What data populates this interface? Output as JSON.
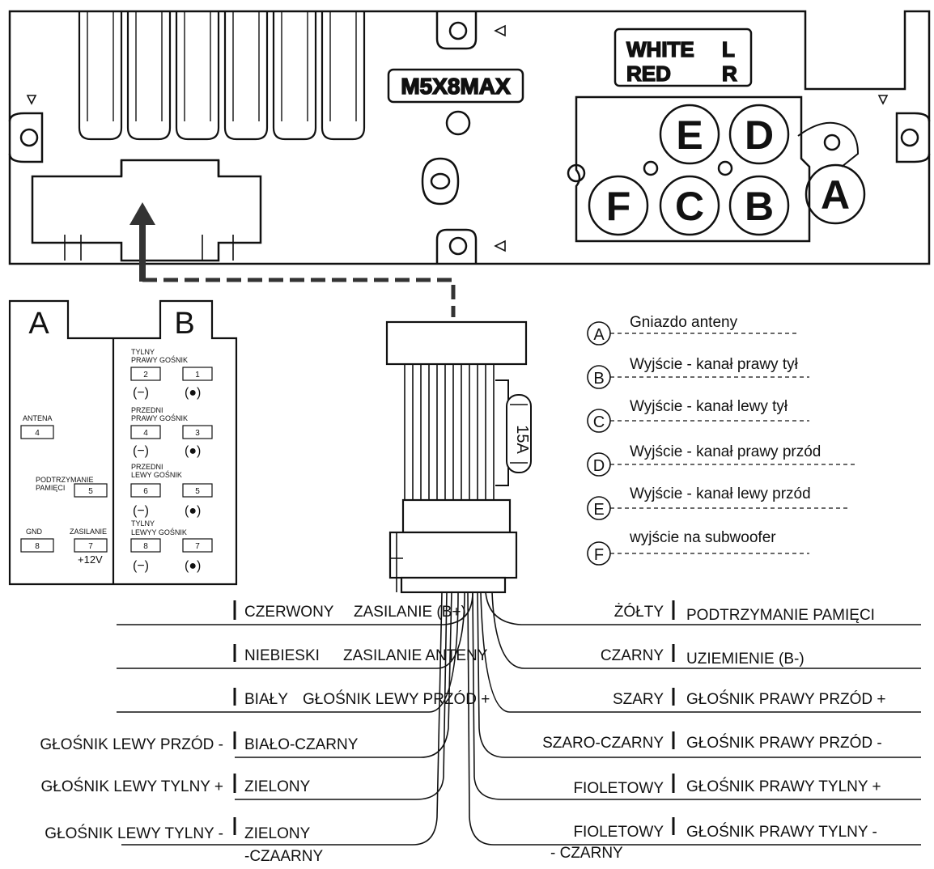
{
  "radio": {
    "model": "M5X8MAX",
    "rca": {
      "white": "WHITE",
      "red": "RED",
      "left": "L",
      "right": "R"
    },
    "sockets": [
      "E",
      "D",
      "F",
      "C",
      "B",
      "A"
    ]
  },
  "connector_a": {
    "title": "A",
    "pins": [
      {
        "label": "ANTENA",
        "pin": "4"
      },
      {
        "label": "PODTRZYMANIE PAMIĘCI",
        "label_line1": "PODTRZYMANIE",
        "label_line2": "PAMIĘCI",
        "pin": "5"
      },
      {
        "label": "GND",
        "pin": "8"
      },
      {
        "label": "ZASILANIE",
        "pin": "7"
      }
    ],
    "voltage": "+12V"
  },
  "connector_b": {
    "title": "B",
    "groups": [
      {
        "line1": "TYLNY",
        "line2": "PRAWY GOŚNIK",
        "pins": [
          "2",
          "1"
        ]
      },
      {
        "line1": "PRZEDNI",
        "line2": "PRAWY GOŚNIK",
        "pins": [
          "4",
          "3"
        ]
      },
      {
        "line1": "PRZEDNI",
        "line2": "LEWY GOŚNIK",
        "pins": [
          "6",
          "5"
        ]
      },
      {
        "line1": "TYLNY",
        "line2": "LEWYY GOŚNIK",
        "pins": [
          "8",
          "7"
        ]
      }
    ],
    "neg": "(−)",
    "pos": "(●)"
  },
  "fuse": "15A",
  "legend": [
    {
      "key": "A",
      "text": "Gniazdo anteny"
    },
    {
      "key": "B",
      "text": "Wyjście - kanał prawy tył"
    },
    {
      "key": "C",
      "text": "Wyjście - kanał lewy tył"
    },
    {
      "key": "D",
      "text": "Wyjście - kanał prawy przód"
    },
    {
      "key": "E",
      "text": "Wyjście - kanał lewy przód"
    },
    {
      "key": "F",
      "text": "wyjście na subwoofer"
    }
  ],
  "wires_left": [
    {
      "color": "CZERWONY",
      "function": "ZASILANIE (B+)",
      "outer": ""
    },
    {
      "color": "NIEBIESKI",
      "function": "ZASILANIE ANTENY",
      "outer": ""
    },
    {
      "color": "BIAŁY",
      "function": "GŁOŚNIK LEWY PRZÓD +",
      "outer": ""
    },
    {
      "color": "BIAŁO-CZARNY",
      "function": "",
      "outer": "GŁOŚNIK LEWY PRZÓD -"
    },
    {
      "color": "ZIELONY",
      "function": "",
      "outer": "GŁOŚNIK LEWY TYLNY +"
    },
    {
      "color": "ZIELONY",
      "color2": "-CZAARNY",
      "function": "",
      "outer": "GŁOŚNIK LEWY TYLNY -"
    }
  ],
  "wires_right": [
    {
      "color": "ŻÓŁTY",
      "function": "PODTRZYMANIE PAMIĘCI"
    },
    {
      "color": "CZARNY",
      "function": "UZIEMIENIE (B-)"
    },
    {
      "color": "SZARY",
      "function": "GŁOŚNIK PRAWY PRZÓD +"
    },
    {
      "color": "SZARO-CZARNY",
      "function": "GŁOŚNIK PRAWY PRZÓD -"
    },
    {
      "color": "FIOLETOWY",
      "function": "GŁOŚNIK PRAWY TYLNY +"
    },
    {
      "color": "FIOLETOWY",
      "color2": "- CZARNY",
      "function": "GŁOŚNIK PRAWY TYLNY -"
    }
  ]
}
